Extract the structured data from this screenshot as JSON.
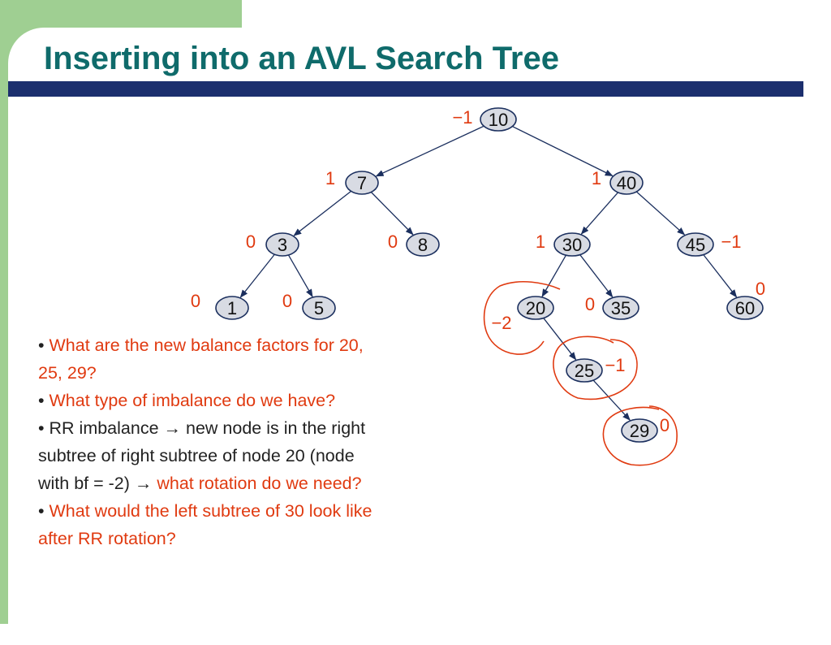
{
  "slide": {
    "title": "Inserting into an AVL Search Tree"
  },
  "tree": {
    "nodes": [
      {
        "id": "n10",
        "key": "10",
        "bf": "−1"
      },
      {
        "id": "n7",
        "key": "7",
        "bf": "1"
      },
      {
        "id": "n40",
        "key": "40",
        "bf": "1"
      },
      {
        "id": "n3",
        "key": "3",
        "bf": "0"
      },
      {
        "id": "n8",
        "key": "8",
        "bf": "0"
      },
      {
        "id": "n30",
        "key": "30",
        "bf": "1"
      },
      {
        "id": "n45",
        "key": "45",
        "bf": "−1"
      },
      {
        "id": "n1",
        "key": "1",
        "bf": "0"
      },
      {
        "id": "n5",
        "key": "5",
        "bf": "0"
      },
      {
        "id": "n20",
        "key": "20",
        "bf": "−2"
      },
      {
        "id": "n35",
        "key": "35",
        "bf": "0"
      },
      {
        "id": "n60",
        "key": "60",
        "bf": "0"
      },
      {
        "id": "n25",
        "key": "25",
        "bf": "−1"
      },
      {
        "id": "n29",
        "key": "29",
        "bf": "0"
      }
    ],
    "edges": [
      [
        "n10",
        "n7"
      ],
      [
        "n10",
        "n40"
      ],
      [
        "n7",
        "n3"
      ],
      [
        "n7",
        "n8"
      ],
      [
        "n40",
        "n30"
      ],
      [
        "n40",
        "n45"
      ],
      [
        "n3",
        "n1"
      ],
      [
        "n3",
        "n5"
      ],
      [
        "n30",
        "n20"
      ],
      [
        "n30",
        "n35"
      ],
      [
        "n45",
        "n60"
      ],
      [
        "n20",
        "n25"
      ],
      [
        "n25",
        "n29"
      ]
    ],
    "circled_nodes": [
      "n20",
      "n25",
      "n29"
    ],
    "colors": {
      "node_fill": "#d8dbe3",
      "node_stroke": "#1b2f5e",
      "balance_factor": "#e03a10",
      "title": "#0f6b6b",
      "rule": "#1c2f6e"
    }
  },
  "bullets": {
    "b1": {
      "marker": "• ",
      "text_a": "What are the new balance factors for 20,",
      "text_b": "25, 29?"
    },
    "b2": {
      "marker": "• ",
      "text": "What type of imbalance do we have?"
    },
    "b3": {
      "marker": "• ",
      "line1": "RR imbalance ",
      "arrow1": "→",
      "line1b": " new node is in the right",
      "line2": "subtree of right subtree of node 20 (node",
      "line3a": "with bf = -2) ",
      "arrow2": "→",
      "line3b": " what rotation do we need?"
    },
    "b4": {
      "marker": "• ",
      "text_a": "What would the left subtree of 30 look like",
      "text_b": "after RR rotation?"
    }
  }
}
